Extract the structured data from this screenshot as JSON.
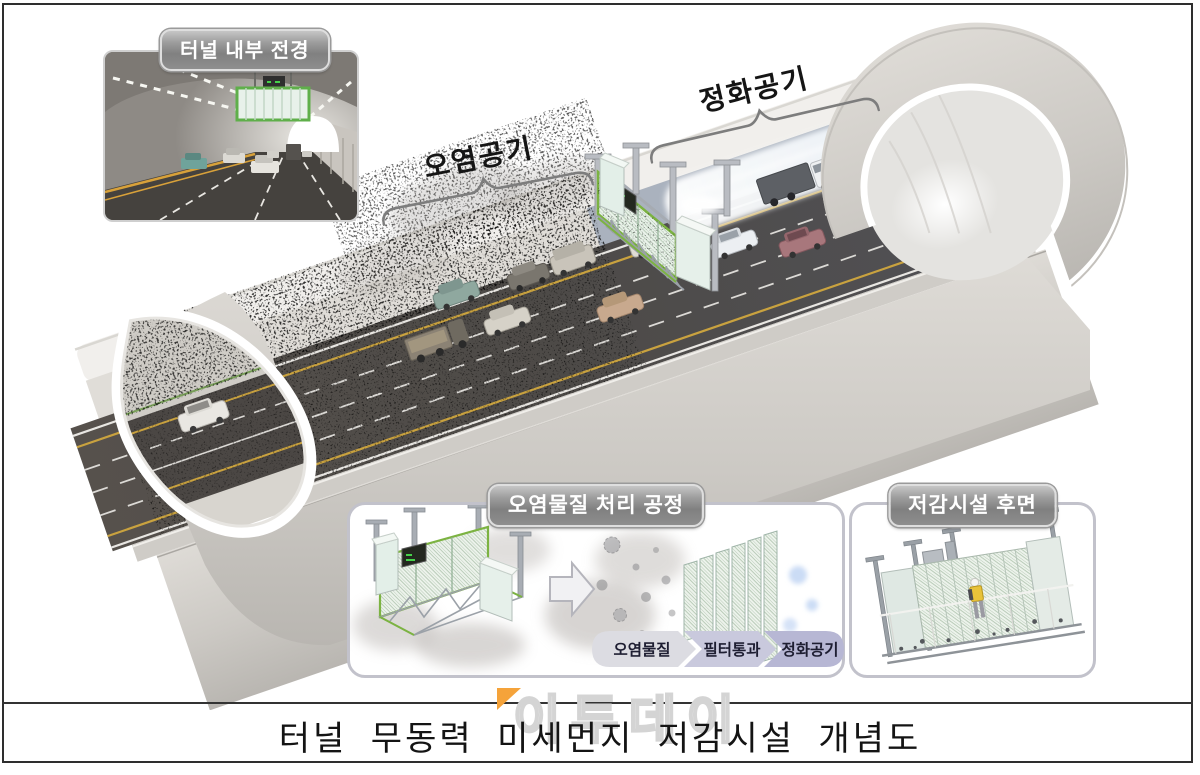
{
  "page": {
    "caption": "터널 무동력 미세먼지 저감시설 개념도",
    "watermark": "이투데이"
  },
  "inset": {
    "title": "터널 내부 전경"
  },
  "air_labels": {
    "polluted": "오염공기",
    "clean": "정화공기"
  },
  "process_panel": {
    "title": "오염물질 처리 공정",
    "steps": [
      "오염물질",
      "필터통과",
      "정화공기"
    ]
  },
  "rear_panel": {
    "title": "저감시설 후면"
  },
  "colors": {
    "accent_green": "#7cb342",
    "badge_gray": "#8e8e8e",
    "step1": "#dcdce2",
    "step2": "#c9c9dd",
    "step3": "#b7b7d4",
    "watermark_orange": "#f5a33a",
    "road": "#4b4845",
    "concrete": "#d3d0cb",
    "clean_air_blue": "#dfe7f0"
  }
}
